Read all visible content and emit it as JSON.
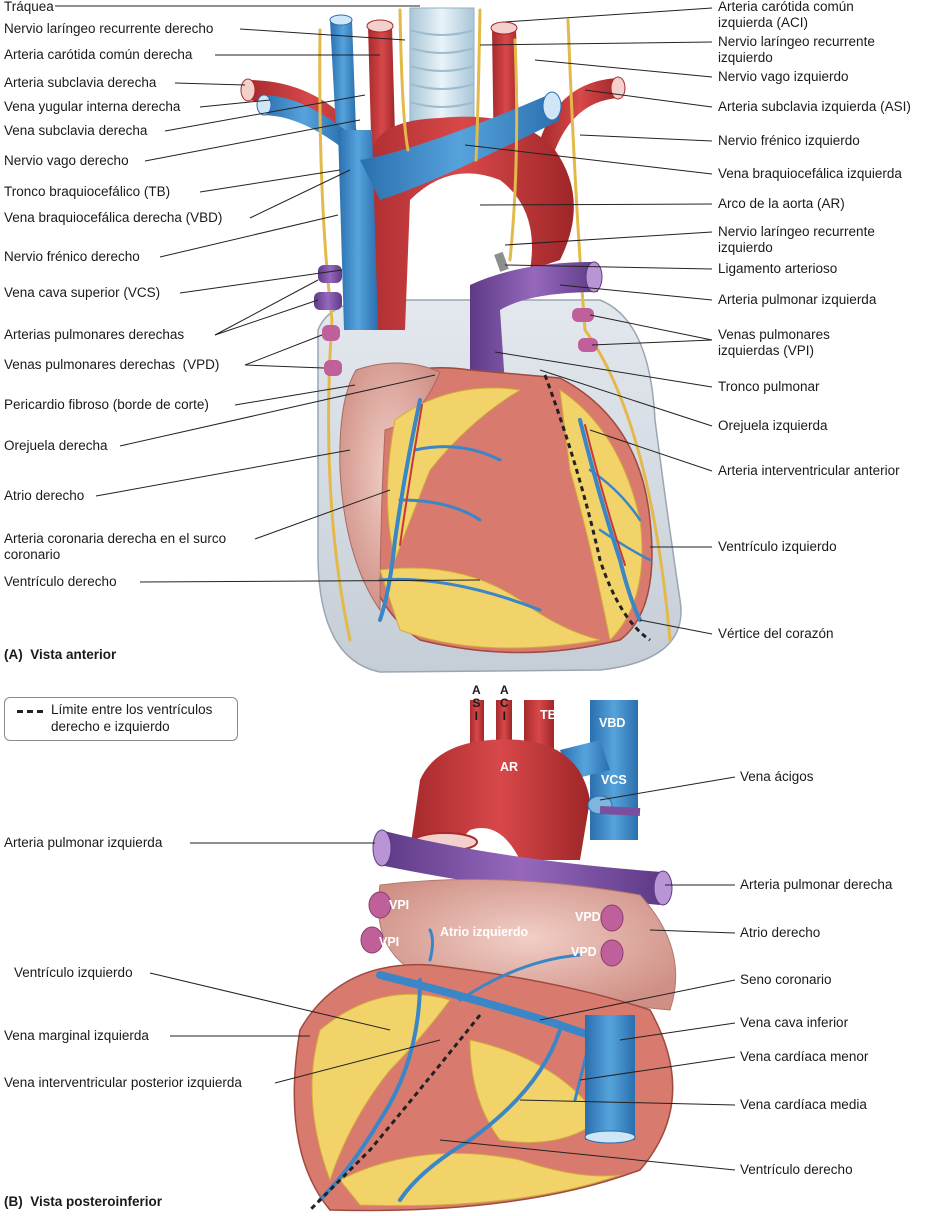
{
  "panel_a": {
    "caption": "(A)  Vista anterior",
    "labels_left": [
      "Tráquea",
      "Nervio laríngeo recurrente derecho",
      "Arteria carótida común derecha",
      "Arteria subclavia derecha",
      "Vena yugular interna derecha",
      "Vena subclavia derecha",
      "Nervio vago derecho",
      "Tronco braquiocefálico (TB)",
      "Vena braquiocefálica derecha (VBD)",
      "Nervio frénico derecho",
      "Vena cava superior (VCS)",
      "Arterias pulmonares derechas",
      "Venas pulmonares derechas  (VPD)",
      "Pericardio fibroso (borde de corte)",
      "Orejuela derecha",
      "Atrio derecho",
      "Arteria coronaria derecha en el surco\ncoronario",
      "Ventrículo derecho"
    ],
    "labels_right": [
      "Arteria carótida común\nizquierda (ACI)",
      "Nervio laríngeo recurrente\nizquierdo",
      "Nervio vago izquierdo",
      "Arteria subclavia izquierda (ASI)",
      "Nervio frénico izquierdo",
      "Vena braquiocefálica izquierda",
      "Arco de la aorta (AR)",
      "Nervio laríngeo recurrente\nizquierdo",
      "Ligamento arterioso",
      "Arteria pulmonar izquierda",
      "Venas pulmonares\nizquierdas (VPI)",
      "Tronco pulmonar",
      "Orejuela izquierda",
      "Arteria interventricular anterior",
      "Ventrículo izquierdo",
      "Vértice del corazón"
    ]
  },
  "legend": {
    "text": "Límite entre los ventrículos\nderecho e izquierdo"
  },
  "panel_b": {
    "caption": "(B)  Vista posteroinferior",
    "labels_left": [
      "Arteria pulmonar izquierda",
      "Ventrículo izquierdo",
      "Vena marginal izquierda",
      "Vena interventricular posterior izquierda"
    ],
    "labels_right": [
      "Vena ácigos",
      "Arteria pulmonar derecha",
      "Atrio derecho",
      "Seno coronario",
      "Vena cava inferior",
      "Vena cardíaca menor",
      "Vena cardíaca media",
      "Ventrículo derecho"
    ],
    "inline": {
      "asi": "A\nS\nI",
      "aci": "A\nC\nI",
      "tb": "TB",
      "vbd": "VBD",
      "ar": "AR",
      "vcs": "VCS",
      "vpi_1": "VPI",
      "vpi_2": "VPI",
      "vpd_1": "VPD",
      "vpd_2": "VPD",
      "atrio_izq": "Atrio izquierdo"
    }
  },
  "colors": {
    "artery": "#c8383a",
    "vein": "#3b86c6",
    "pulmonary_trunk": "#7a4fa0",
    "pulmonary_vein": "#c0609a",
    "nerve": "#e8c25a",
    "fat": "#f1d36a",
    "muscle": "#d97a6e",
    "pericardium": "#d6dde6",
    "atrium": "#e3b3a8",
    "trachea": "#cfe0ec"
  }
}
